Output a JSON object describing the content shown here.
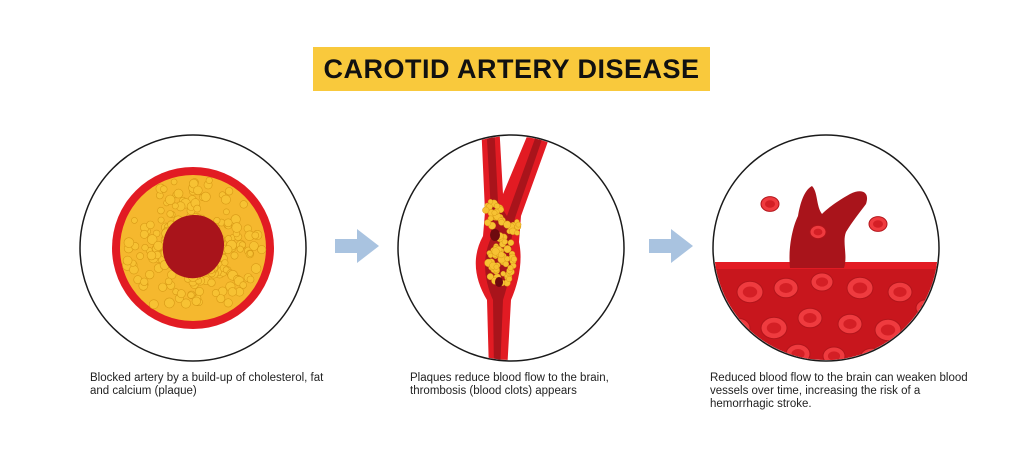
{
  "title": "CAROTID ARTERY DISEASE",
  "colors": {
    "banner": "#f9c93c",
    "artery_red": "#e21b23",
    "blood_dark": "#a9141b",
    "plaque_yellow": "#f7c233",
    "plaque_outline": "#d89a17",
    "arrow": "#a9c3e0",
    "circle_outline": "#1a1a1a"
  },
  "panels": [
    {
      "caption": "Blocked artery by a build-up of cholesterol, fat and calcium (plaque)"
    },
    {
      "caption": "Plaques reduce blood flow to the brain, thrombosis (blood clots) appears"
    },
    {
      "caption": "Reduced blood flow to the brain can weaken blood vessels over time, increasing the risk of a hemorrhagic stroke."
    }
  ],
  "icons": [
    "arrow-right-icon",
    "arrow-right-icon"
  ]
}
